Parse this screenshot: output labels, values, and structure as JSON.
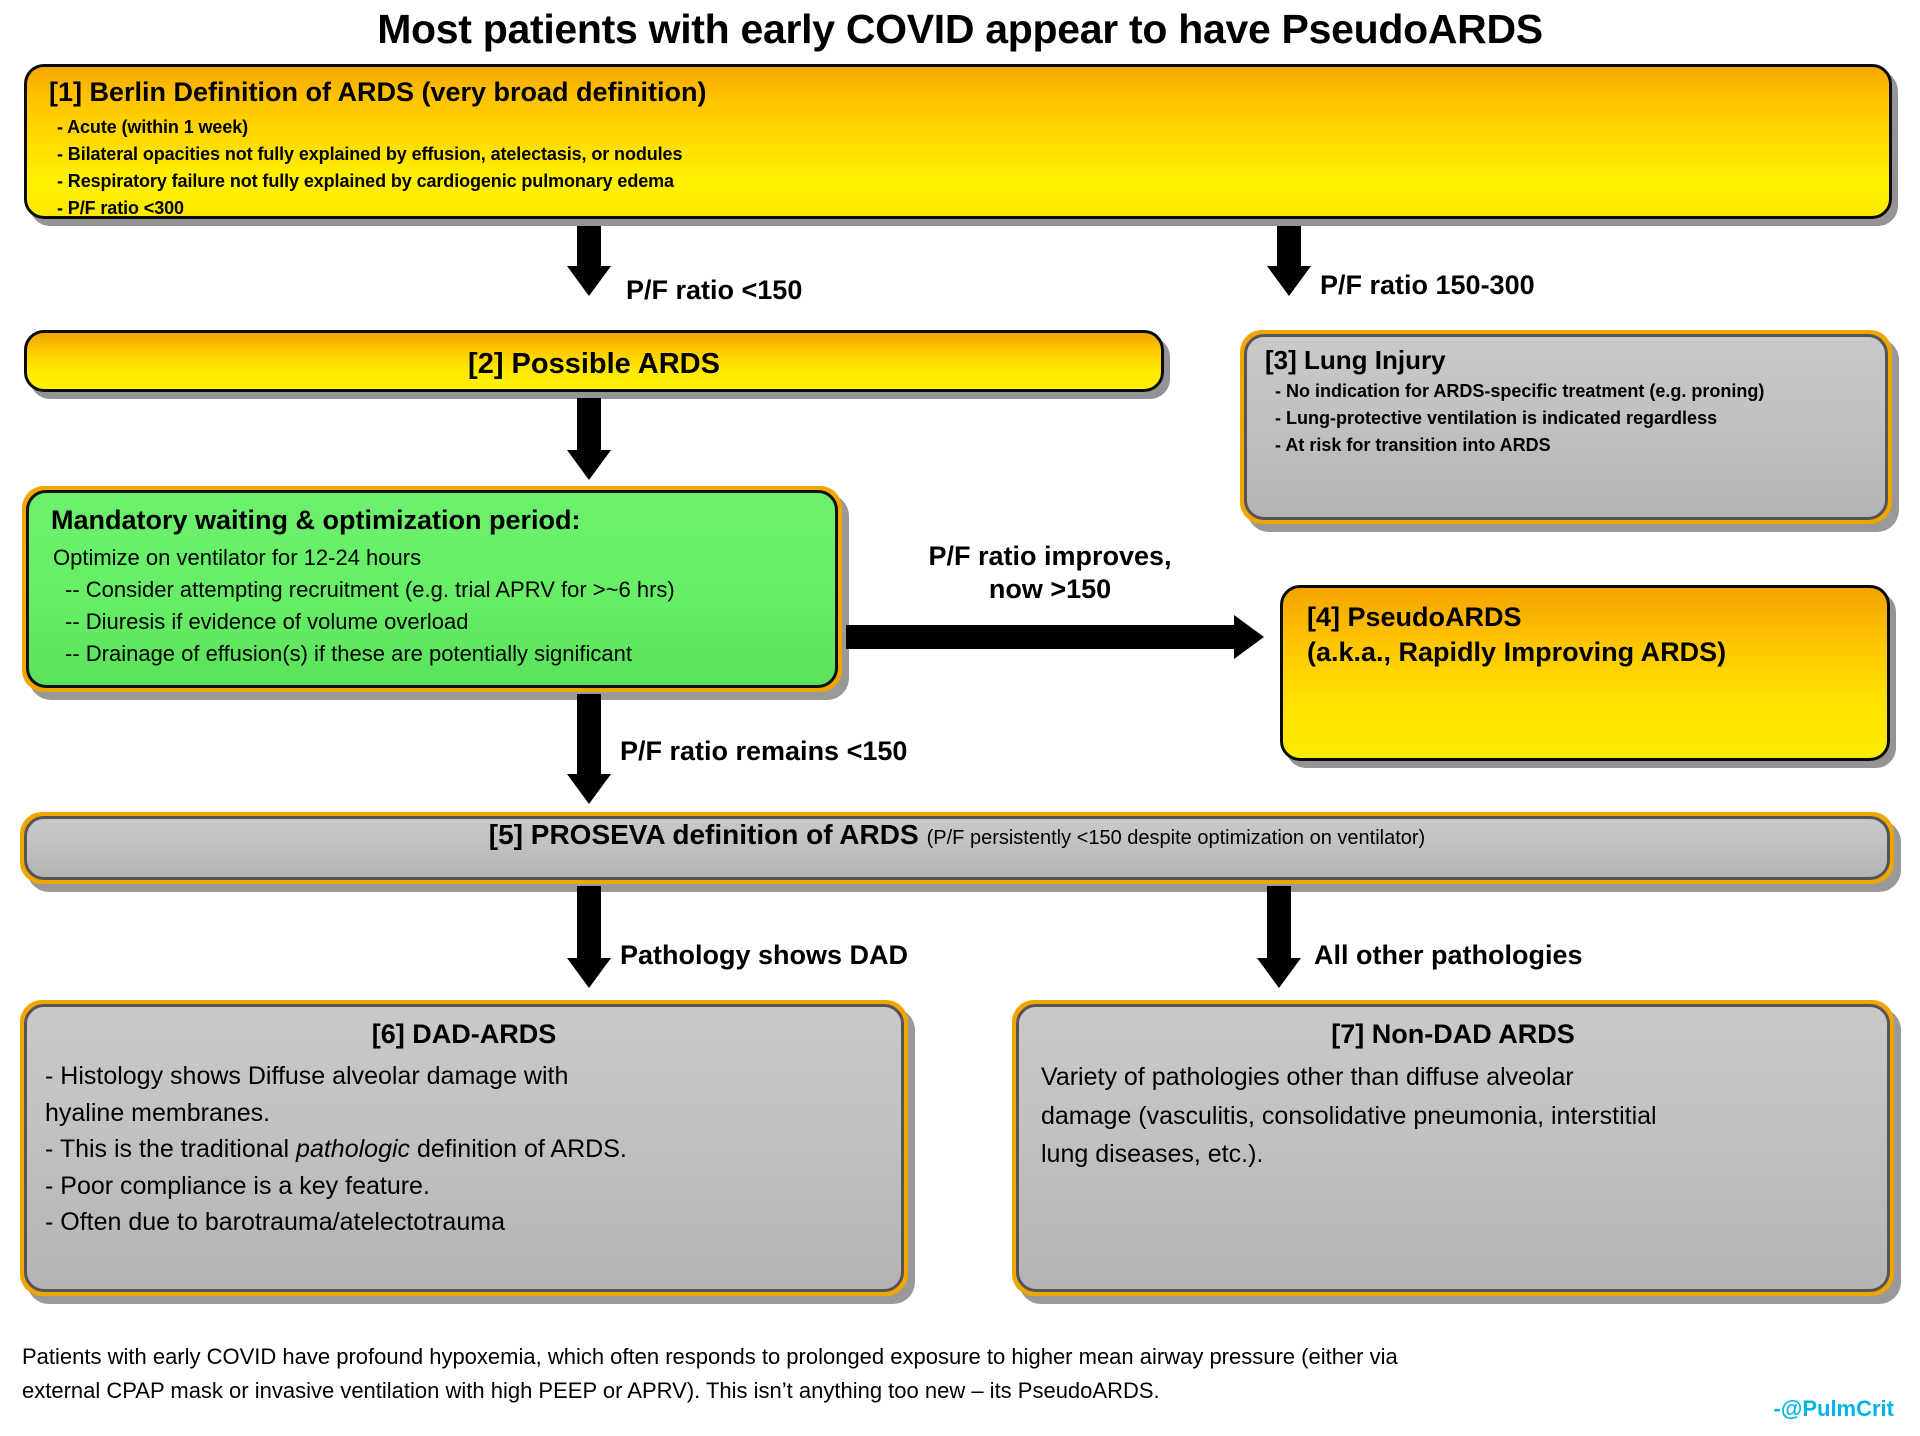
{
  "title": "Most patients with early COVID appear to have PseudoARDS",
  "boxes": {
    "box1": {
      "heading": "[1] Berlin Definition of ARDS (very broad definition)",
      "lines": [
        "- Acute (within 1 week)",
        "- Bilateral opacities not fully explained by effusion, atelectasis, or nodules",
        "- Respiratory failure not fully explained by cardiogenic pulmonary edema",
        "- P/F ratio <300"
      ]
    },
    "box2": {
      "heading": "[2] Possible ARDS"
    },
    "box3": {
      "heading": "[3] Lung Injury",
      "lines": [
        "- No indication for ARDS-specific treatment (e.g. proning)",
        "- Lung-protective ventilation is indicated regardless",
        "- At risk for transition into ARDS"
      ]
    },
    "green": {
      "heading": "Mandatory waiting & optimization period:",
      "lines": [
        "Optimize on ventilator for 12-24 hours",
        "-- Consider attempting recruitment (e.g. trial APRV for >~6 hrs)",
        "-- Diuresis if evidence of volume overload",
        "-- Drainage of effusion(s) if these are potentially significant"
      ]
    },
    "box4": {
      "heading": "[4] PseudoARDS",
      "heading2": "(a.k.a., Rapidly Improving ARDS)"
    },
    "box5": {
      "heading": "[5] PROSEVA definition of ARDS",
      "note": "(P/F persistently <150 despite optimization on ventilator)"
    },
    "box6": {
      "heading": "[6] DAD-ARDS",
      "line1": "- Histology shows Diffuse alveolar damage with",
      "line2": "hyaline membranes.",
      "line3_pre": "- This is the traditional ",
      "line3_em": "pathologic",
      "line3_post": " definition of ARDS.",
      "line4": "- Poor compliance is a key feature.",
      "line5": "- Often due to barotrauma/atelectotrauma"
    },
    "box7": {
      "heading": "[7] Non-DAD ARDS",
      "line1": "Variety of pathologies other than diffuse alveolar",
      "line2": "damage (vasculitis, consolidative pneumonia, interstitial",
      "line3": "lung diseases, etc.)."
    }
  },
  "edges": {
    "e1": "P/F ratio <150",
    "e2": "P/F ratio 150-300",
    "e3_line1": "P/F ratio improves,",
    "e3_line2": "now >150",
    "e4": "P/F ratio remains <150",
    "e5": "Pathology shows DAD",
    "e6": "All other pathologies"
  },
  "footer": {
    "line1": "Patients with early COVID have profound hypoxemia, which often responds to prolonged exposure to higher mean airway pressure (either via",
    "line2": "external CPAP mask or invasive ventilation with high PEEP or APRV).  This isn’t anything too new – its PseudoARDS.",
    "handle": "-@PulmCrit"
  },
  "colors": {
    "gold": "#ffd400",
    "green": "#66ef66",
    "grey": "#c0c0c0",
    "accent_orange": "#f0a500",
    "handle_cyan": "#00b5e2"
  }
}
